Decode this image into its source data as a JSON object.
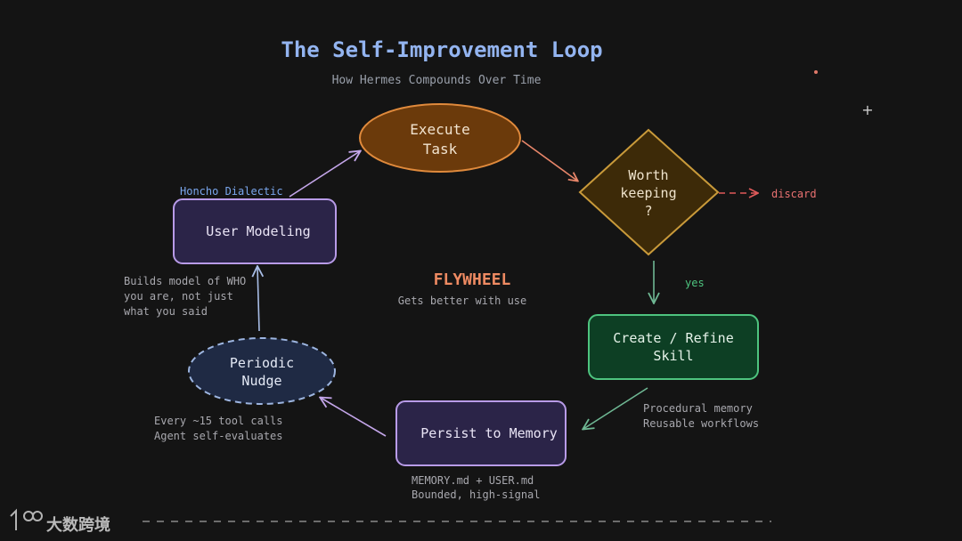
{
  "title": "The Self-Improvement Loop",
  "subtitle": "How Hermes Compounds Over Time",
  "nodes": {
    "execute": {
      "line1": "Execute",
      "line2": "Task"
    },
    "decision": {
      "line1": "Worth",
      "line2": "keeping",
      "line3": "?"
    },
    "create": {
      "line1": "Create / Refine",
      "line2": "Skill"
    },
    "persist": {
      "label": "Persist to Memory"
    },
    "nudge": {
      "line1": "Periodic",
      "line2": "Nudge"
    },
    "user_modeling": {
      "label": "User Modeling"
    }
  },
  "edge_labels": {
    "discard": "discard",
    "yes": "yes",
    "honcho": "Honcho Dialectic"
  },
  "annotations": {
    "user_modeling": [
      "Builds model of WHO",
      "you are, not just",
      "what you said"
    ],
    "create": [
      "Procedural memory",
      "Reusable workflows"
    ],
    "persist": [
      "MEMORY.md + USER.md",
      "Bounded, high-signal"
    ],
    "nudge": [
      "Every ~15 tool calls",
      "Agent self-evaluates"
    ]
  },
  "center": {
    "title": "FLYWHEEL",
    "subtitle": "Gets better with use"
  },
  "watermark": {
    "brand": "大数跨境"
  },
  "colors": {
    "title": "#93b4f0",
    "subtitle": "#9aa0ab",
    "execute_fill": "#6b3a0b",
    "execute_stroke": "#e08a3c",
    "decision_fill": "#3d2a08",
    "decision_stroke": "#c99a3a",
    "create_fill": "#0d3f24",
    "create_stroke": "#4ec47f",
    "purple_fill": "#2b2448",
    "purple_stroke": "#b89be8",
    "nudge_fill": "#1f2a44",
    "nudge_stroke": "#9db5e0",
    "flywheel": "#ee8a62",
    "discard": "#e97171",
    "yes": "#4ec47f",
    "honcho": "#7aa7ee"
  }
}
